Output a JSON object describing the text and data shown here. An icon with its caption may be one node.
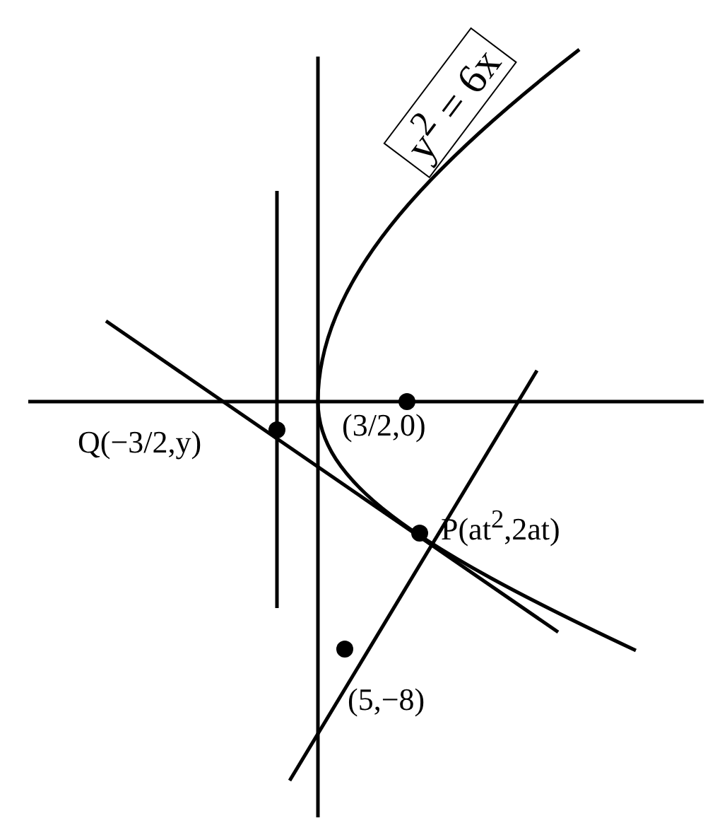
{
  "diagram": {
    "nodes": [
      {
        "text": [
          "y$^{2}$ = 6x"
        ]
      },
      {
        "text": [],
        "shape": "circle",
        "beside": [
          "Q(−3/2,y)"
        ]
      },
      {
        "text": [],
        "shape": "circle",
        "beside": [
          "(3/2,0)"
        ]
      },
      {
        "text": [],
        "shape": "circle",
        "beside": [
          "P(at$^{2}$,2at)"
        ]
      },
      {
        "text": [],
        "shape": "circle",
        "beside": [
          "(5,−8)"
        ]
      }
    ]
  }
}
